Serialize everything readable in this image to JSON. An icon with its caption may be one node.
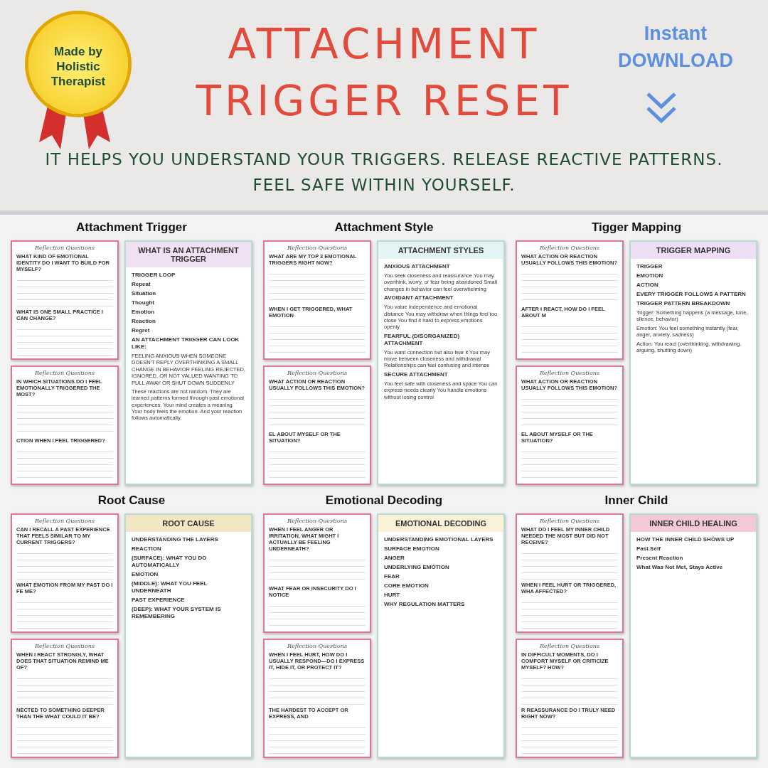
{
  "diagram": {
    "title": "ATTACHMENT TRIGGER RESET",
    "caption": "IT HELPS YOU UNDERSTAND YOUR TRIGGERS.  RELEASE REACTIVE PATTERNS. FEEL SAFE WITHIN YOURSELF.",
    "nodes": [
      {
        "text": [
          "Reflection Questions",
          "WHAT KIND OF EMOTIONAL IDENTITY DO I WANT TO BUILD FOR MYSELF?",
          "WHAT IS ONE SMALL PRACTICE I CAN CHANGE?"
        ]
      },
      {
        "text": [
          "Reflection Questions",
          "IN WHICH SITUATIONS DO I FEEL EMOTIONALLY TRIGGERED THE MOST?",
          "CTION WHEN I FEEL TRIGGERED?"
        ]
      },
      {
        "text": [
          "WHAT IS AN ATTACHMENT TRIGGER",
          "TRIGGER LOOP",
          "Repeat",
          "Situation",
          "Thought",
          "Emotion",
          "Reaction",
          "Regret",
          "AN ATTACHMENT TRIGGER CAN LOOK LIKE:",
          "FEELING ANXIOUS WHEN SOMEONE DOESN'T REPLY OVERTHINKING A SMALL CHANGE IN BEHAVIOR FEELING REJECTED, IGNORED, OR NOT VALUED WANTING TO PULL AWAY OR SHUT DOWN SUDDENLY",
          "These reactions are not random. They are learned patterns formed through past emotional experiences. Your mind creates a meaning. Your body feels the emotion. And your reaction follows automatically."
        ]
      },
      {
        "text": [
          "Reflection Questions",
          "WHAT ARE MY TOP 3 EMOTIONAL TRIGGERS RIGHT NOW?",
          "WHEN I GET TRIGGERED, WHAT EMOTION"
        ]
      },
      {
        "text": [
          "Reflection Questions",
          "WHAT ACTION OR REACTION USUALLY FOLLOWS THIS EMOTION?",
          "EL ABOUT MYSELF OR THE SITUATION?"
        ]
      },
      {
        "text": [
          "ATTACHMENT STYLES",
          "ANXIOUS ATTACHMENT",
          "You seek closeness and reassurance You may overthink, worry, or fear being abandoned Small changes in behavior can feel overwhelming",
          "AVOIDANT ATTACHMENT",
          "You value independence and emotional distance You may withdraw when things feel too close You find it hard to express emotions openly",
          "FEARFUL (DISORGANIZED) ATTACHMENT",
          "You want connection but also fear it You may move between closeness and withdrawal Relationships can feel confusing and intense",
          "SECURE ATTACHMENT",
          "You feel safe with closeness and space You can express needs clearly You handle emotions without losing control"
        ]
      },
      {
        "text": [
          "Reflection Questions",
          "WHAT ACTION OR REACTION USUALLY FOLLOWS THIS EMOTION?",
          "AFTER I REACT, HOW DO I FEEL ABOUT M"
        ]
      },
      {
        "text": [
          "Reflection Questions",
          "WHAT ACTION OR REACTION USUALLY FOLLOWS THIS EMOTION?",
          "EL ABOUT MYSELF OR THE SITUATION?"
        ]
      },
      {
        "text": [
          "TRIGGER MAPPING",
          "TRIGGER",
          "EMOTION",
          "ACTION",
          "EVERY TRIGGER FOLLOWS A PATTERN",
          "TRIGGER PATTERN BREAKDOWN",
          "Trigger: Something happens (a message, tone, silence, behavior)",
          "Emotion: You feel something instantly (fear, anger, anxiety, sadness)",
          "Action: You react (overthinking, withdrawing, arguing, shutting down)"
        ]
      },
      {
        "text": [
          "Reflection Questions",
          "CAN I RECALL A PAST EXPERIENCE THAT FEELS SIMILAR TO MY CURRENT TRIGGERS?",
          "WHAT EMOTION FROM MY PAST DO I FE ME?"
        ]
      },
      {
        "text": [
          "Reflection Questions",
          "WHEN I REACT STRONGLY, WHAT DOES THAT SITUATION REMIND ME OF?",
          "NECTED TO SOMETHING DEEPER THAN THE WHAT COULD IT BE?"
        ]
      },
      {
        "text": [
          "ROOT CAUSE",
          "UNDERSTANDING THE LAYERS",
          "REACTION",
          "(SURFACE): WHAT YOU DO AUTOMATICALLY",
          "EMOTION",
          "(MIDDLE): WHAT YOU FEEL UNDERNEATH",
          "PAST EXPERIENCE",
          "(DEEP): WHAT YOUR SYSTEM IS REMEMBERING"
        ]
      },
      {
        "text": [
          "Reflection Questions",
          "WHEN I FEEL ANGER OR IRRITATION, WHAT MIGHT I ACTUALLY BE FEELING UNDERNEATH?",
          "WHAT FEAR OR INSECURITY DO I NOTICE"
        ]
      },
      {
        "text": [
          "Reflection Questions",
          "WHEN I FEEL HURT, HOW DO I USUALLY RESPOND—DO I EXPRESS IT, HIDE IT, OR PROTECT IT?",
          "THE HARDEST TO ACCEPT OR EXPRESS, AND"
        ]
      },
      {
        "text": [
          "EMOTIONAL DECODING",
          "UNDERSTANDING EMOTIONAL LAYERS",
          "SURFACE EMOTION",
          "ANGER",
          "UNDERLYING EMOTION",
          "FEAR",
          "CORE EMOTION",
          "HURT",
          "WHY REGULATION MATTERS"
        ]
      },
      {
        "text": [
          "Reflection Questions",
          "WHAT DO I FEEL MY INNER CHILD NEEDED THE MOST BUT DID NOT RECEIVE?",
          "WHEN I FEEL HURT OR TRIGGERED, WHA AFFECTED?"
        ]
      },
      {
        "text": [
          "Reflection Questions",
          "IN DIFFICULT MOMENTS, DO I COMFORT MYSELF OR CRITICIZE MYSELF? HOW?",
          "R REASSURANCE DO I TRULY NEED RIGHT NOW?"
        ]
      },
      {
        "text": [
          "INNER CHILD HEALING",
          "HOW THE INNER CHILD SHOWS UP",
          "Past Self",
          "Present Reaction",
          "What Was Not Met, Stays Active"
        ]
      }
    ],
    "labels": [
      "Made by Holistic Therapist",
      "Instant DOWNLOAD",
      "Attachment Trigger",
      "Attachment Style",
      "Tigger Mapping",
      "Root Cause",
      "Emotional Decoding",
      "Inner Child"
    ]
  }
}
